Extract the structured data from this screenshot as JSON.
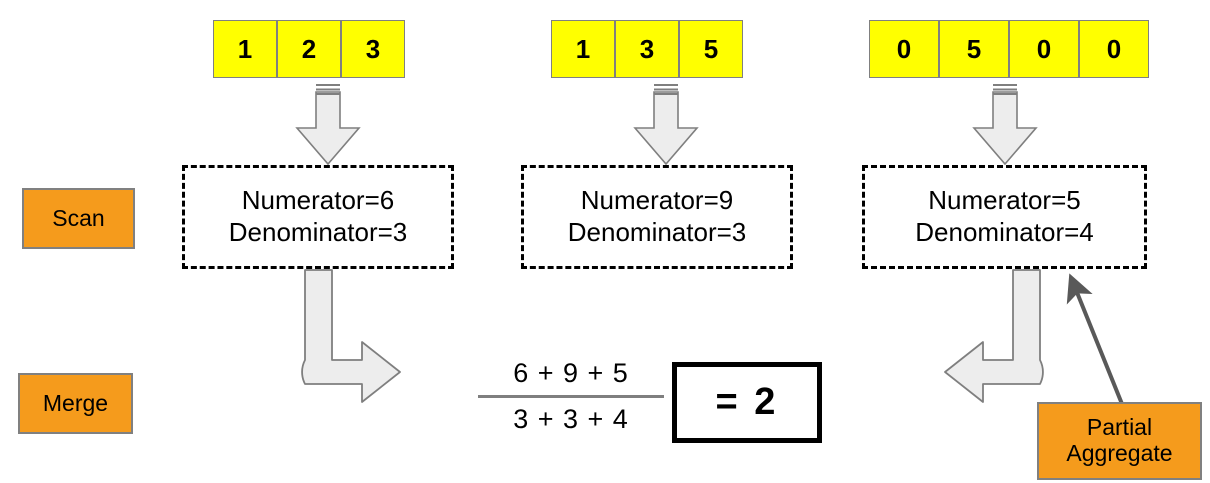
{
  "stages": [
    {
      "label": "Scan",
      "name": "scan-stage-label"
    },
    {
      "label": "Merge",
      "name": "merge-stage-label"
    }
  ],
  "callout": {
    "line1": "Partial",
    "line2": "Aggregate"
  },
  "arrays": [
    {
      "cells": [
        "1",
        "2",
        "3"
      ]
    },
    {
      "cells": [
        "1",
        "3",
        "5"
      ]
    },
    {
      "cells": [
        "0",
        "5",
        "0",
        "0"
      ]
    }
  ],
  "aggregates": [
    {
      "numerator": "Numerator=6",
      "denominator": "Denominator=3"
    },
    {
      "numerator": "Numerator=9",
      "denominator": "Denominator=3"
    },
    {
      "numerator": "Numerator=5",
      "denominator": "Denominator=4"
    }
  ],
  "fraction": {
    "numerator": "6 + 9 + 5",
    "denominator": "3 + 3 + 4"
  },
  "result": {
    "text": "= 2"
  },
  "colors": {
    "accent_orange": "#F59B1C",
    "array_yellow": "#FFFF00",
    "arrow_fill": "#EDEDED",
    "arrow_stroke": "#7F7F7F",
    "pointer": "#595959",
    "box_border": "#808080"
  },
  "icons": {
    "down_arrow": "block-down-arrow",
    "curved_right": "curved-arrow-right",
    "curved_left": "curved-arrow-left",
    "pointer": "callout-pointer-arrow"
  }
}
